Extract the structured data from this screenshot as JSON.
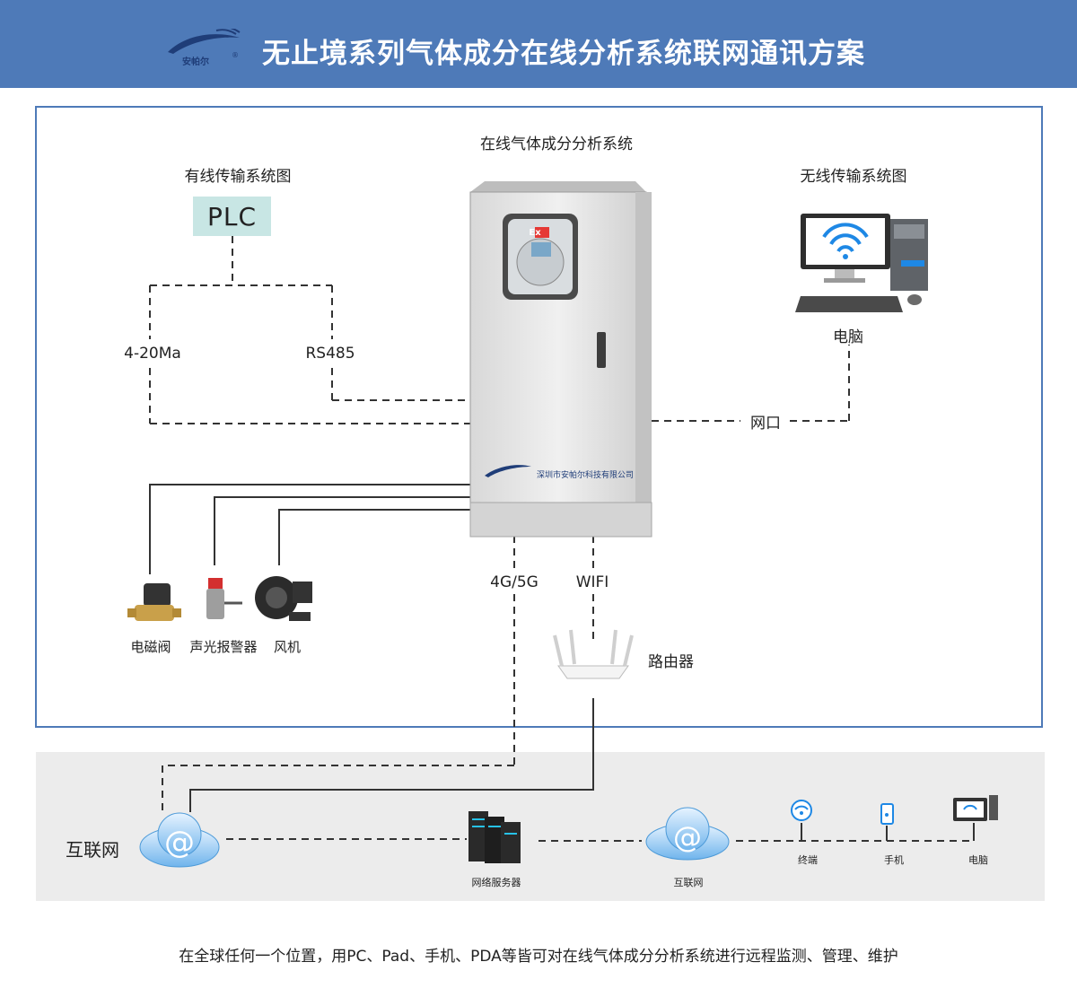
{
  "header": {
    "title": "无止境系列气体成分在线分析系统联网通讯方案",
    "logo_text": "安帕尔",
    "logo_mark": "®"
  },
  "system": {
    "title": "在线气体成分分析系统",
    "cabinet_company": "深圳市安帕尔科技有限公司",
    "ex_label": "Ex"
  },
  "wired": {
    "title": "有线传输系统图",
    "plc": "PLC",
    "link_analog": "4-20Ma",
    "link_rs485": "RS485"
  },
  "wireless": {
    "title": "无线传输系统图",
    "computer_label": "电脑",
    "link_network": "网口"
  },
  "outputs": {
    "devices": [
      "电磁阀",
      "声光报警器",
      "风机"
    ]
  },
  "wireless_links": {
    "cellular": "4G/5G",
    "wifi": "WIFI",
    "router": "路由器"
  },
  "internet": {
    "left_label": "互联网",
    "server_label": "网络服务器",
    "cloud_label": "互联网",
    "clients": [
      "终端",
      "手机",
      "电脑"
    ]
  },
  "footer": {
    "caption": "在全球任何一个位置，用PC、Pad、手机、PDA等皆可对在线气体成分分析系统进行远程监测、管理、维护"
  },
  "colors": {
    "header_bg": "#4e7ab8",
    "frame_border": "#4e7ab8",
    "plc_bg": "#c8e6e4",
    "band_bg": "#ececec",
    "line": "#333333"
  }
}
